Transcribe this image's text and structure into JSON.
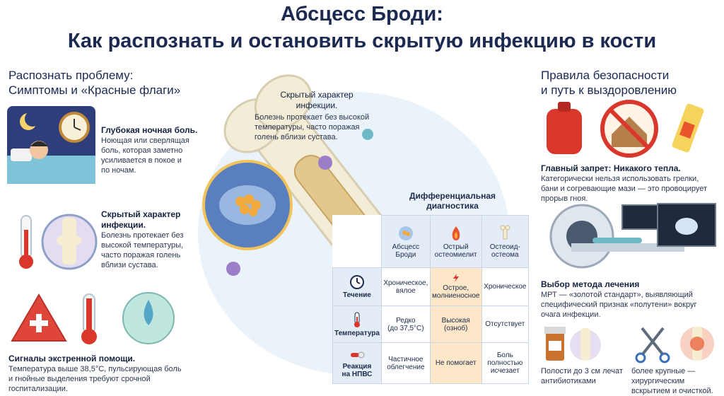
{
  "title": {
    "line1": "Абсцесс Броди:",
    "line2": "Как распознать и остановить скрытую инфекцию в кости"
  },
  "left": {
    "heading_line1": "Распознать проблему:",
    "heading_line2": "Симптомы и «Красные флаги»",
    "items": [
      {
        "title": "Глубокая ночная боль.",
        "text": [
          "Ноющая или сверлящая",
          "боль, которая заметно",
          "усиливается в покое и",
          "по ночам."
        ]
      },
      {
        "title_lines": [
          "Скрытый характер",
          "инфекции."
        ],
        "text": [
          "Болезнь протекает без",
          "высокой температуры,",
          "часто поражая голень",
          "вблизи сустава."
        ]
      },
      {
        "title": "Сигналы экстренной помощи.",
        "text": [
          "Температура выше 38,5°С, пульсирующая боль",
          "и гнойные выделения требуют срочной",
          "госпитализации."
        ]
      }
    ]
  },
  "center": {
    "note_title_lines": [
      "Скрытый характер",
      "инфекции."
    ],
    "note_text": [
      "Болезнь протекает без высокой",
      "температуры, часто поражая",
      "голень вблизи сустава."
    ],
    "table": {
      "title_lines": [
        "Дифференциальная",
        "диагностика"
      ],
      "columns": [
        {
          "name_lines": [
            "Абсцесс",
            "Броди"
          ],
          "icon": "bacteria-icon"
        },
        {
          "name_lines": [
            "Острый",
            "остеомиелит"
          ],
          "icon": "flame-icon"
        },
        {
          "name_lines": [
            "Остеоид-",
            "остеома"
          ],
          "icon": "bone-icon"
        }
      ],
      "rows": [
        {
          "label": "Течение",
          "icon": "clock-icon",
          "cells": [
            [
              "Хроническое,",
              "вялое"
            ],
            [
              "Острое,",
              "молниеносное"
            ],
            [
              "Хроническое"
            ]
          ]
        },
        {
          "label": "Температура",
          "icon": "thermometer-icon",
          "cells": [
            [
              "Редко",
              "(до 37,5°С)"
            ],
            [
              "Высокая",
              "(озноб)"
            ],
            [
              "Отсутствует"
            ]
          ]
        },
        {
          "label_lines": [
            "Реакция",
            "на НПВС"
          ],
          "icon": "pills-icon",
          "cells": [
            [
              "Частичное",
              "облегчение"
            ],
            [
              "Не помогает"
            ],
            [
              "Боль",
              "полностью",
              "исчезает"
            ]
          ]
        }
      ],
      "highlight_column": 1
    }
  },
  "right": {
    "heading_line1": "Правила безопасности",
    "heading_line2": "и путь к выздоровлению",
    "ban": {
      "title": "Главный запрет: Никакого тепла.",
      "text": [
        "Категорически нельзя использовать грелки,",
        "бани и согревающие мази — это провоцирует",
        "прорыв гноя."
      ]
    },
    "method": {
      "title": "Выбор метода лечения",
      "text": [
        "МРТ — «золотой стандарт», выявляющий",
        "специфический признак «полутени» вокруг",
        "очага инфекции."
      ]
    },
    "small": {
      "text": [
        "Полости до 3 см лечат",
        "антибиотиками"
      ]
    },
    "large": {
      "text": [
        "более крупные —",
        "хирургическим",
        "вскрытием и очисткой."
      ]
    }
  },
  "colors": {
    "title": "#1c2a52",
    "accent_red": "#d9372b",
    "highlight": "#fde7c8",
    "bone": "#f3ecd6",
    "table_border": "#c9d6e6"
  }
}
